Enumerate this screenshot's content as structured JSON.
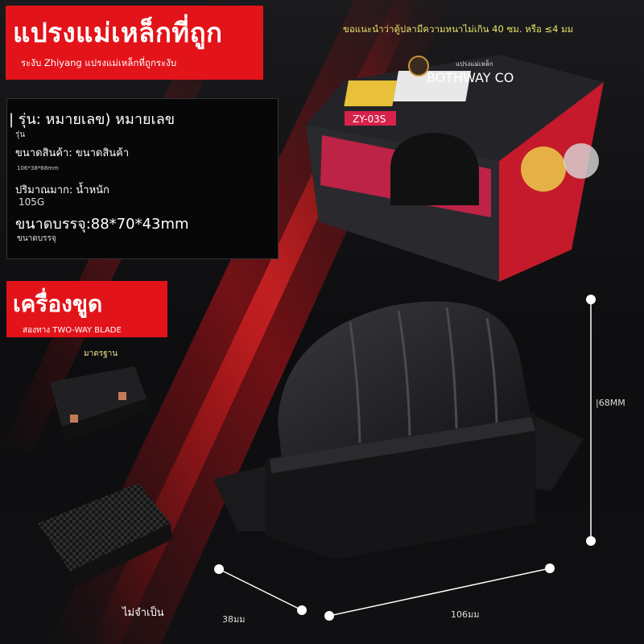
{
  "header": {
    "title": "แปรงแม่เหล็กที่ถูก",
    "subtitle": "ระงับ Zhiyang แปรงแม่เหล็กที่ถูกระงับ",
    "advice": "ขอแนะนำว่าตู้ปลามีความหนาไม่เกิน 40 ซม. หรือ ≤4 มม"
  },
  "box_art": {
    "brand": "BOTHWAY CO",
    "brand_thai": "แปรงแม่เหล็ก",
    "model": "ZY-03S"
  },
  "specs": {
    "model_line": "| รุ่น: หมายเลข) หมายเลข",
    "model_sub": "รุ่น",
    "size_line": "ขนาดสินค้า: ขนาดสินค้า",
    "size_value": "106*38*68mm",
    "weight_line": "ปริมาณมาก: น้ำหนัก",
    "weight_value": "105G",
    "package_line": "ขนาดบรรจุ:88*70*43mm",
    "package_sub": "ขนาดบรรจุ"
  },
  "blade": {
    "title": "เครื่องขูด",
    "subtitle": "สองทาง TWO-WAY BLADE",
    "standard_label": "มาตรฐาน",
    "optional_label": "ไม่จำเป็น"
  },
  "dimensions": {
    "height": "|68MM",
    "depth": "38มม",
    "width": "106มม"
  },
  "colors": {
    "accent": "#e3131a",
    "advice": "#e8e36a"
  }
}
